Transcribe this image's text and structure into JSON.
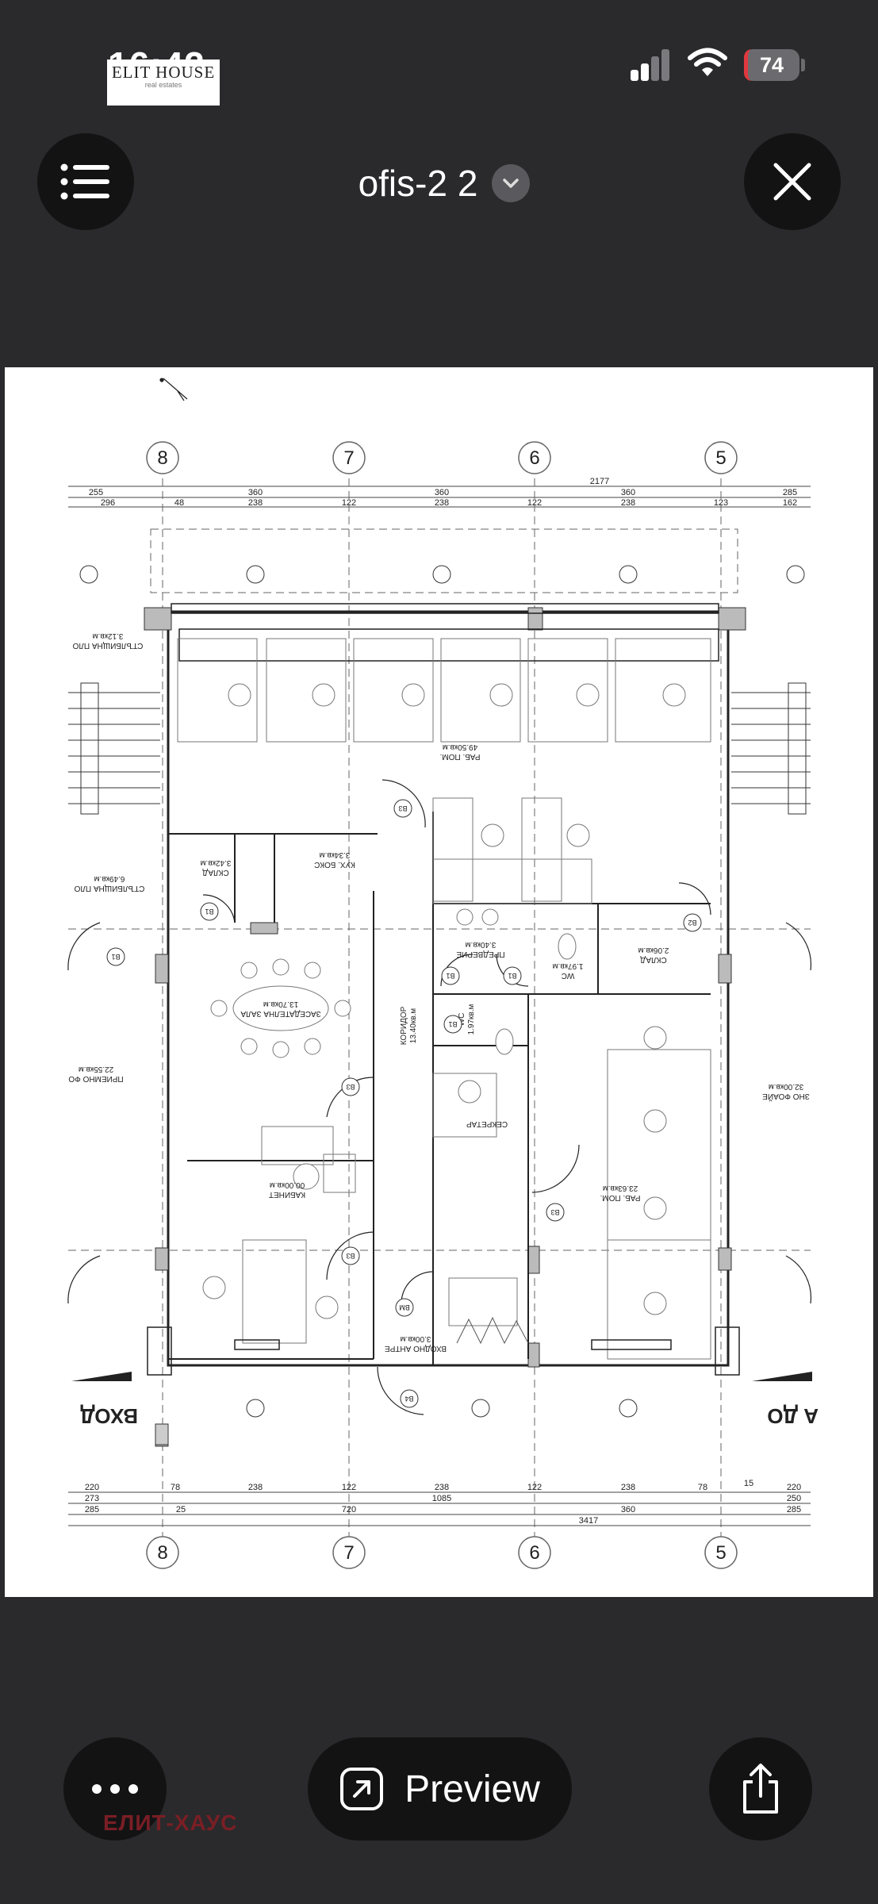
{
  "status_bar": {
    "time": "16:42",
    "battery_level": "74",
    "logo": {
      "name": "ELIT HOUSE",
      "tagline": "real estates"
    }
  },
  "nav": {
    "title": "ofis-2 2",
    "menu_icon": "list-icon",
    "dropdown_icon": "chevron-down-icon",
    "close_icon": "close-icon"
  },
  "document": {
    "type": "floor-plan",
    "axis_labels": [
      "8",
      "7",
      "6",
      "5"
    ],
    "dimensions": {
      "top_total": "2177",
      "top_row": [
        "255",
        "360",
        "360",
        "360",
        "285"
      ],
      "top_sub": [
        "296",
        "48",
        "238",
        "122",
        "238",
        "122",
        "238",
        "123",
        "162"
      ],
      "bottom_row1": [
        "220",
        "78",
        "238",
        "122",
        "238",
        "122",
        "238",
        "78",
        "220"
      ],
      "bottom_row2": [
        "273",
        "25",
        "1085",
        "15",
        "250"
      ],
      "bottom_row3": [
        "285",
        "720",
        "360",
        "285"
      ],
      "bottom_total": "3417"
    },
    "rooms": [
      {
        "name": "РАБ. ПОМ.",
        "area": "49.50кв.м"
      },
      {
        "name": "КУХ. БОКС",
        "area": "3.34кв.м"
      },
      {
        "name": "СКЛАД",
        "area": "3.42кв.м"
      },
      {
        "name": "ЗАСЕДАТЕЛНА ЗАЛА",
        "area": "13.70кв.м"
      },
      {
        "name": "КОРИДОР",
        "area": "13.40кв.м"
      },
      {
        "name": "ПРЕДВЕРИЕ",
        "area": "3.40кв.м"
      },
      {
        "name": "WC",
        "area": "1.97кв.м"
      },
      {
        "name": "WC",
        "area": "1.97кв.м"
      },
      {
        "name": "СКЛАД",
        "area": "2.06кв.м"
      },
      {
        "name": "КАБИНЕТ",
        "area": "00.00кв.м"
      },
      {
        "name": "СЕКРЕТАР",
        "area": ""
      },
      {
        "name": "РАБ. ПОМ.",
        "area": "23.63кв.м"
      },
      {
        "name": "ВХОДНО АНТРЕ",
        "area": "3.00кв.м"
      },
      {
        "name": "СТЪЛБИЩНА ПЛО",
        "area": "3.12кв.м"
      },
      {
        "name": "СТЪЛБИЩНА ПЛО",
        "area": "6.49кв.м"
      },
      {
        "name": "ПРИЕМНО ФО",
        "area": "22.55кв.м"
      },
      {
        "name": "ЗНО ФОАЙЕ",
        "area": "32.00кв.м"
      }
    ],
    "labels": {
      "entrance_left": "ВХОД",
      "entrance_right": "А ДО",
      "door_tags": [
        "B3",
        "B1",
        "B1",
        "B1",
        "B2",
        "B1",
        "B3",
        "B3",
        "B3",
        "B1",
        "BM",
        "B4"
      ]
    }
  },
  "bottom_bar": {
    "more_icon": "more-icon",
    "preview_label": "Preview",
    "preview_icon": "arrow-up-right-icon",
    "share_icon": "share-icon",
    "watermark": "ЕЛИТ-ХАУС"
  },
  "colors": {
    "background": "#2a2a2c",
    "button": "#131314",
    "paper": "#ffffff",
    "battery_accent": "#e0383e"
  }
}
